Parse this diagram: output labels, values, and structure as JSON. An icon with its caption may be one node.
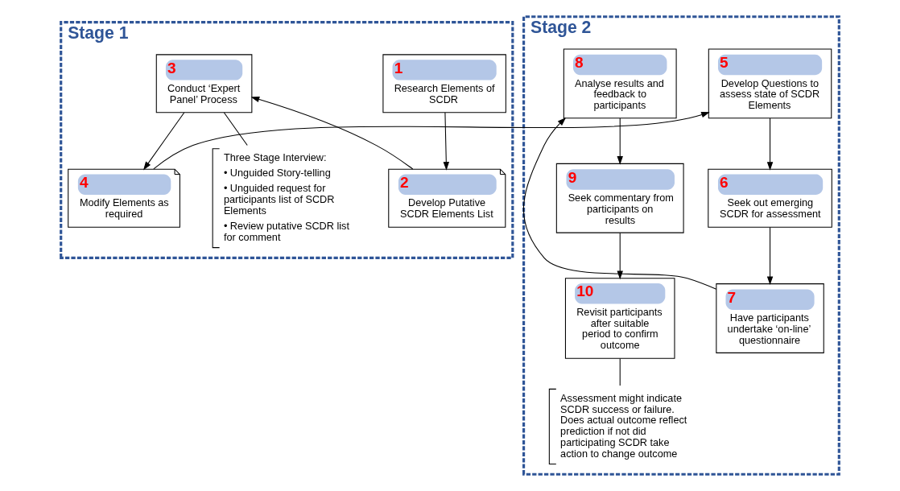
{
  "diagram": {
    "nodes": [
      {
        "text": [
          "Stage 1"
        ]
      },
      {
        "text": [
          "1",
          "Research Elements of SCDR"
        ],
        "in": 0
      },
      {
        "text": [
          "2",
          "Develop Putative SCDR Elements List"
        ],
        "in": 0
      },
      {
        "text": [
          "3",
          "Conduct ‘Expert Panel’ Process"
        ],
        "in": 0
      },
      {
        "text": [
          "4",
          "Modify Elements as required"
        ],
        "in": 0
      },
      {
        "text": [
          "Three Stage Interview:",
          "• Unguided Story-telling",
          "• Unguided request for participants list of SCDR Elements",
          "• Review putative SCDR list for comment"
        ],
        "in": 0
      },
      {
        "text": [
          "Stage 2"
        ]
      },
      {
        "text": [
          "5",
          "Develop Questions to assess state of SCDR Elements"
        ],
        "in": 6
      },
      {
        "text": [
          "6",
          "Seek out emerging SCDR for assessment"
        ],
        "in": 6
      },
      {
        "text": [
          "7",
          "Have participants undertake ‘on-line’ questionnaire"
        ],
        "in": 6
      },
      {
        "text": [
          "8",
          "Analyse results and feedback to participants"
        ],
        "in": 6
      },
      {
        "text": [
          "9",
          "Seek commentary from participants on results"
        ],
        "in": 6
      },
      {
        "text": [
          "10",
          "Revisit participants after suitable period to confirm outcome"
        ],
        "in": 6
      },
      {
        "text": [
          "Assessment might indicate SCDR success or failure. Does actual outcome reflect prediction if not did participating SCDR take action to change outcome"
        ],
        "in": 6
      }
    ],
    "edges": [
      {
        "from": 1,
        "to": 2,
        "arrow": "to"
      },
      {
        "from": 2,
        "to": 3,
        "arrow": "to"
      },
      {
        "from": 3,
        "to": 4,
        "arrow": "to"
      },
      {
        "from": 3,
        "to": 5,
        "arrow": "none"
      },
      {
        "from": 4,
        "to": 7,
        "arrow": "to"
      },
      {
        "from": 7,
        "to": 8,
        "arrow": "to"
      },
      {
        "from": 8,
        "to": 9,
        "arrow": "to"
      },
      {
        "from": 9,
        "to": 10,
        "arrow": "to"
      },
      {
        "from": 10,
        "to": 11,
        "arrow": "to"
      },
      {
        "from": 11,
        "to": 12,
        "arrow": "to"
      },
      {
        "from": 12,
        "to": 13,
        "arrow": "none"
      }
    ]
  }
}
